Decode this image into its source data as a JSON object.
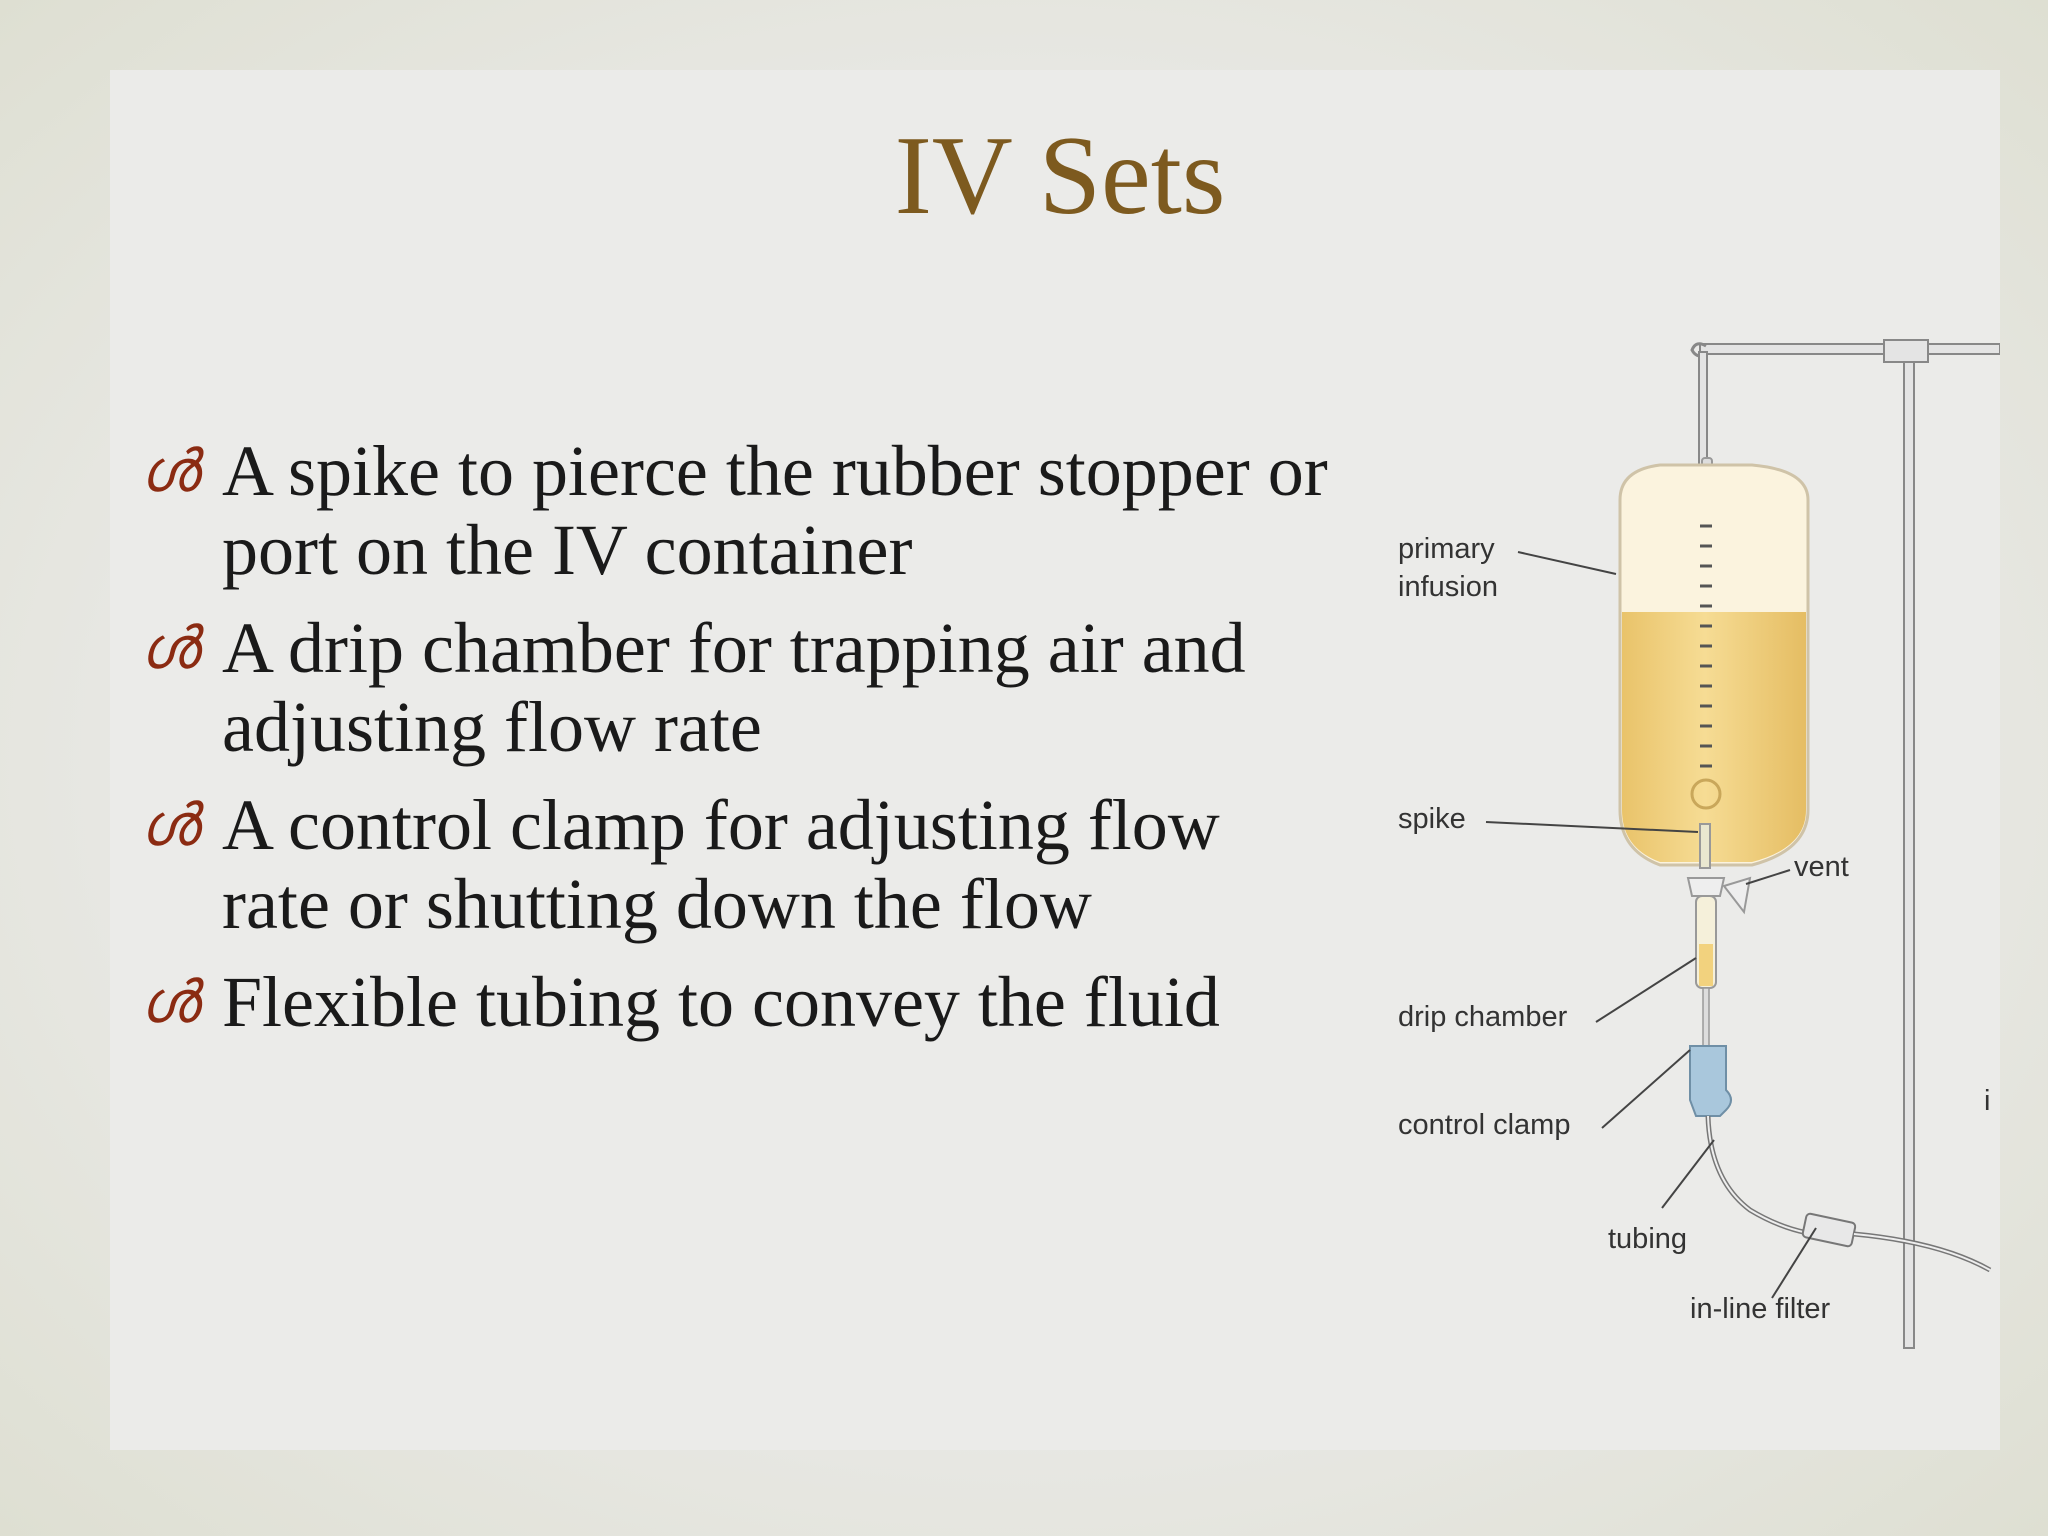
{
  "slide": {
    "title": "IV Sets",
    "bullet_marker": "ൾ",
    "bullets": [
      "A spike to pierce the rubber stopper or port on the IV container",
      "A drip chamber for trapping air and adjusting flow rate",
      "A control clamp for adjusting flow rate or shutting down the flow",
      "Flexible tubing to convey the fluid"
    ]
  },
  "diagram": {
    "labels": {
      "primary_line1": "primary",
      "primary_line2": "infusion",
      "spike": "spike",
      "vent": "vent",
      "drip_chamber": "drip chamber",
      "control_clamp": "control clamp",
      "tubing": "tubing",
      "inline_filter": "in-line filter",
      "edge_mark": "i"
    },
    "colors": {
      "fluid": "#f2d27e",
      "bag_outline": "#cfc3a8",
      "clamp": "#a9c7dc",
      "title": "#7d5a1f",
      "marker": "#8b2b12"
    }
  }
}
